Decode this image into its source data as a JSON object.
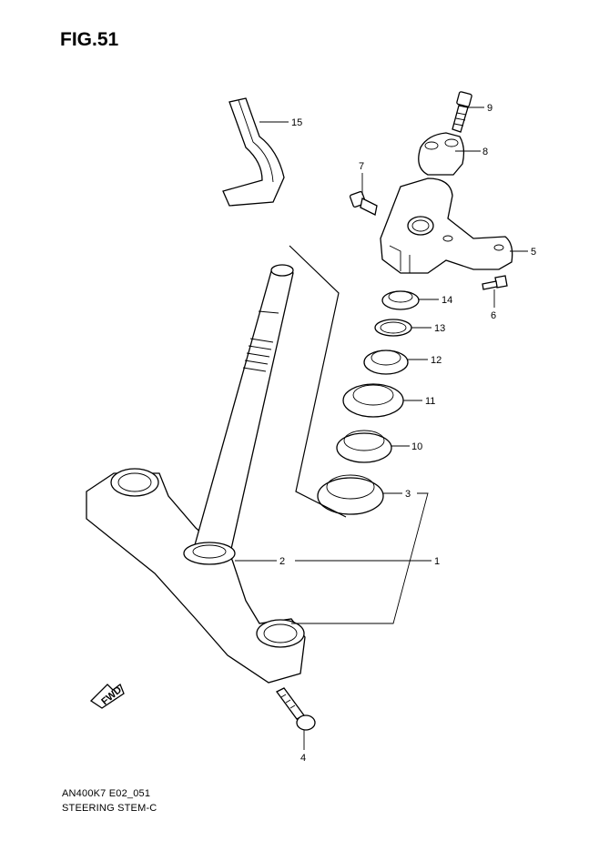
{
  "figure": {
    "title": "FIG.51",
    "code": "AN400K7 E02_051",
    "name": "STEERING STEM-C"
  },
  "callouts": [
    {
      "id": "c15",
      "label": "15"
    },
    {
      "id": "c9",
      "label": "9"
    },
    {
      "id": "c8",
      "label": "8"
    },
    {
      "id": "c7",
      "label": "7"
    },
    {
      "id": "c5",
      "label": "5"
    },
    {
      "id": "c6",
      "label": "6"
    },
    {
      "id": "c14",
      "label": "14"
    },
    {
      "id": "c13",
      "label": "13"
    },
    {
      "id": "c12",
      "label": "12"
    },
    {
      "id": "c11",
      "label": "11"
    },
    {
      "id": "c10",
      "label": "10"
    },
    {
      "id": "c3",
      "label": "3"
    },
    {
      "id": "c2",
      "label": "2"
    },
    {
      "id": "c1",
      "label": "1"
    },
    {
      "id": "c4",
      "label": "4"
    }
  ],
  "fwd_arrow": {
    "label": "FWD"
  }
}
